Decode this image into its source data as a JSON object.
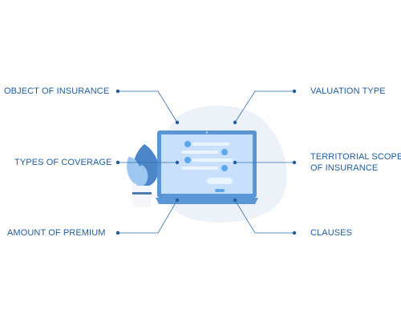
{
  "colors": {
    "accent": "#1f5c9e",
    "connector": "#2f6fb0",
    "blob": "#edf1f8",
    "laptop_frame": "#5a96d6",
    "laptop_screen": "#c8e0fb",
    "screen_bar": "#eaf4ff",
    "screen_dot": "#5aa6ec",
    "plant_dark": "#4c86c8",
    "plant_light": "#9ec8f0",
    "pot": "#f4f6fa",
    "pot_band": "#4f7cb0"
  },
  "labels": {
    "object_of_insurance": "OBJECT OF INSURANCE",
    "valuation_type": "VALUATION TYPE",
    "types_of_coverage": "TYPES OF COVERAGE",
    "territorial_line1": "TERRITORIAL SCOPE",
    "territorial_line2": "OF INSURANCE",
    "amount_of_premium": "AMOUNT OF PREMIUM",
    "clauses": "CLAUSES"
  }
}
